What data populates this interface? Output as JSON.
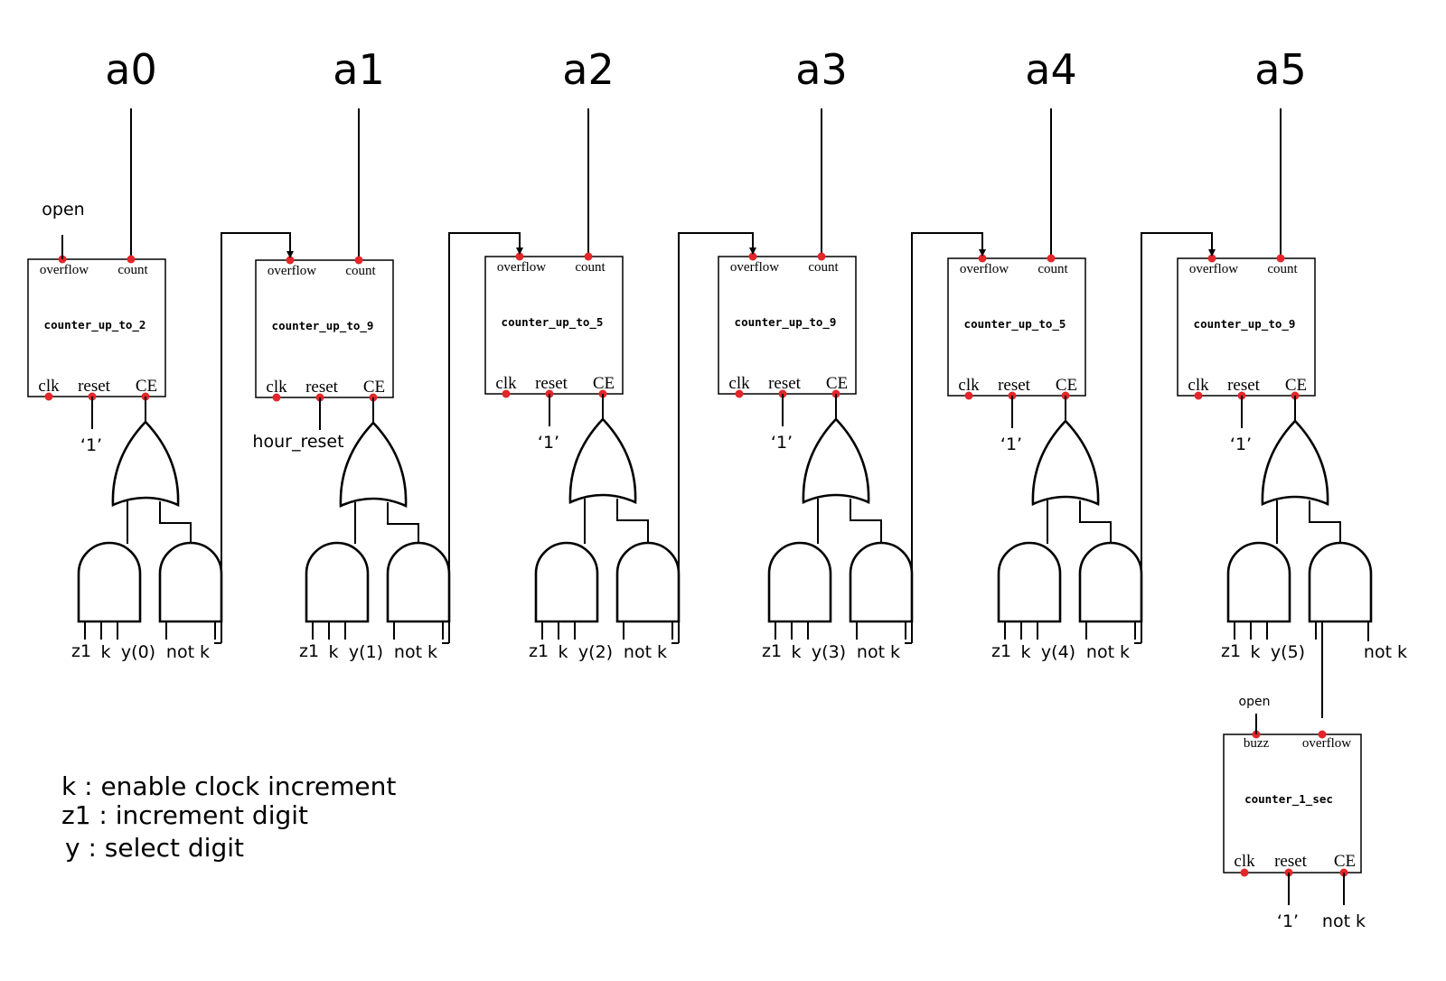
{
  "stages": [
    {
      "title": "a0",
      "counter": {
        "name": "counter_up_to_2",
        "overflow": "overflow",
        "count": "count",
        "clk": "clk",
        "reset": "reset",
        "ce": "CE"
      },
      "overflow_input": "open",
      "reset_input": "‘1’",
      "gate_inputs": [
        "z1",
        "k",
        "y(0)",
        "not k"
      ]
    },
    {
      "title": "a1",
      "counter": {
        "name": "counter_up_to_9",
        "overflow": "overflow",
        "count": "count",
        "clk": "clk",
        "reset": "reset",
        "ce": "CE"
      },
      "overflow_input": "",
      "reset_input": "hour_reset",
      "gate_inputs": [
        "z1",
        "k",
        "y(1)",
        "not k"
      ]
    },
    {
      "title": "a2",
      "counter": {
        "name": "counter_up_to_5",
        "overflow": "overflow",
        "count": "count",
        "clk": "clk",
        "reset": "reset",
        "ce": "CE"
      },
      "overflow_input": "",
      "reset_input": "‘1’",
      "gate_inputs": [
        "z1",
        "k",
        "y(2)",
        "not k"
      ]
    },
    {
      "title": "a3",
      "counter": {
        "name": "counter_up_to_9",
        "overflow": "overflow",
        "count": "count",
        "clk": "clk",
        "reset": "reset",
        "ce": "CE"
      },
      "overflow_input": "",
      "reset_input": "‘1’",
      "gate_inputs": [
        "z1",
        "k",
        "y(3)",
        "not k"
      ]
    },
    {
      "title": "a4",
      "counter": {
        "name": "counter_up_to_5",
        "overflow": "overflow",
        "count": "count",
        "clk": "clk",
        "reset": "reset",
        "ce": "CE"
      },
      "overflow_input": "",
      "reset_input": "‘1’",
      "gate_inputs": [
        "z1",
        "k",
        "y(4)",
        "not k"
      ]
    },
    {
      "title": "a5",
      "counter": {
        "name": "counter_up_to_9",
        "overflow": "overflow",
        "count": "count",
        "clk": "clk",
        "reset": "reset",
        "ce": "CE"
      },
      "overflow_input": "",
      "reset_input": "‘1’",
      "gate_inputs": [
        "z1",
        "k",
        "y(5)",
        "not k"
      ]
    }
  ],
  "sec_counter": {
    "name": "counter_1_sec",
    "buzz": "buzz",
    "overflow": "overflow",
    "clk": "clk",
    "reset": "reset",
    "ce": "CE",
    "buzz_input": "open",
    "reset_input": "‘1’",
    "ce_input": "not k"
  },
  "legend": [
    "k : enable clock increment",
    "z1 : increment digit",
    "y   : select digit"
  ],
  "colors": {
    "pin": "#e3262a",
    "line": "#000000"
  }
}
